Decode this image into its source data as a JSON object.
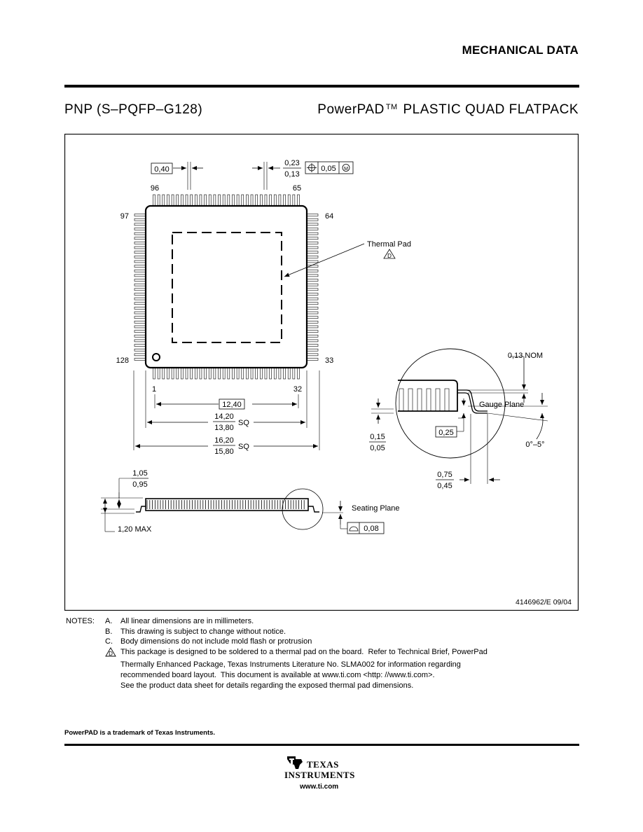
{
  "header": {
    "section": "MECHANICAL DATA"
  },
  "package": {
    "code": "PNP (S–PQFP–G128)",
    "name": "PowerPAD",
    "tm": "TM",
    "name_rest": "PLASTIC QUAD FLATPACK"
  },
  "drawing": {
    "pitch": "0,40",
    "lead_width_max": "0,23",
    "lead_width_min": "0,13",
    "position_tol": "0,05",
    "pin_96": "96",
    "pin_65": "65",
    "pin_97": "97",
    "pin_64": "64",
    "pin_128": "128",
    "pin_33": "33",
    "pin_1": "1",
    "pin_32": "32",
    "thermal_pad": "Thermal Pad",
    "note_ref": "D",
    "span": "12,40",
    "body_max": "14,20",
    "body_min": "13,80",
    "overall_max": "16,20",
    "overall_min": "15,80",
    "sq": "SQ",
    "height_max": "1,05",
    "height_min": "0,95",
    "max_height": "1,20 MAX",
    "seating_plane": "Seating Plane",
    "coplanarity": "0,08",
    "lead_thk": "0,13 NOM",
    "gauge_plane": "Gauge Plane",
    "gauge_dim": "0,25",
    "standoff_max": "0,15",
    "standoff_min": "0,05",
    "angle": "0°–5°",
    "foot_max": "0,75",
    "foot_min": "0,45",
    "doc_id": "4146962/E 09/04"
  },
  "notes": {
    "label": "NOTES:",
    "A_letter": "A.",
    "A": "All linear dimensions are in millimeters.",
    "B_letter": "B.",
    "B": "This drawing is subject to change without notice.",
    "C_letter": "C.",
    "C": "Body dimensions do not include mold flash or protrusion",
    "D_letter": "D",
    "D1": "This package is designed to be soldered to a thermal pad on the board.  Refer to Technical Brief, PowerPad",
    "D2": "Thermally Enhanced Package, Texas Instruments Literature No. SLMA002 for information regarding",
    "D3": "recommended board layout.  This document is available at www.ti.com <http: //www.ti.com>.",
    "D4": "See the product data sheet for details regarding the exposed thermal pad dimensions."
  },
  "footer": {
    "trademark": "PowerPAD is a trademark of Texas Instruments.",
    "logo_line1": "TEXAS",
    "logo_line2": "INSTRUMENTS",
    "url": "www.ti.com"
  }
}
